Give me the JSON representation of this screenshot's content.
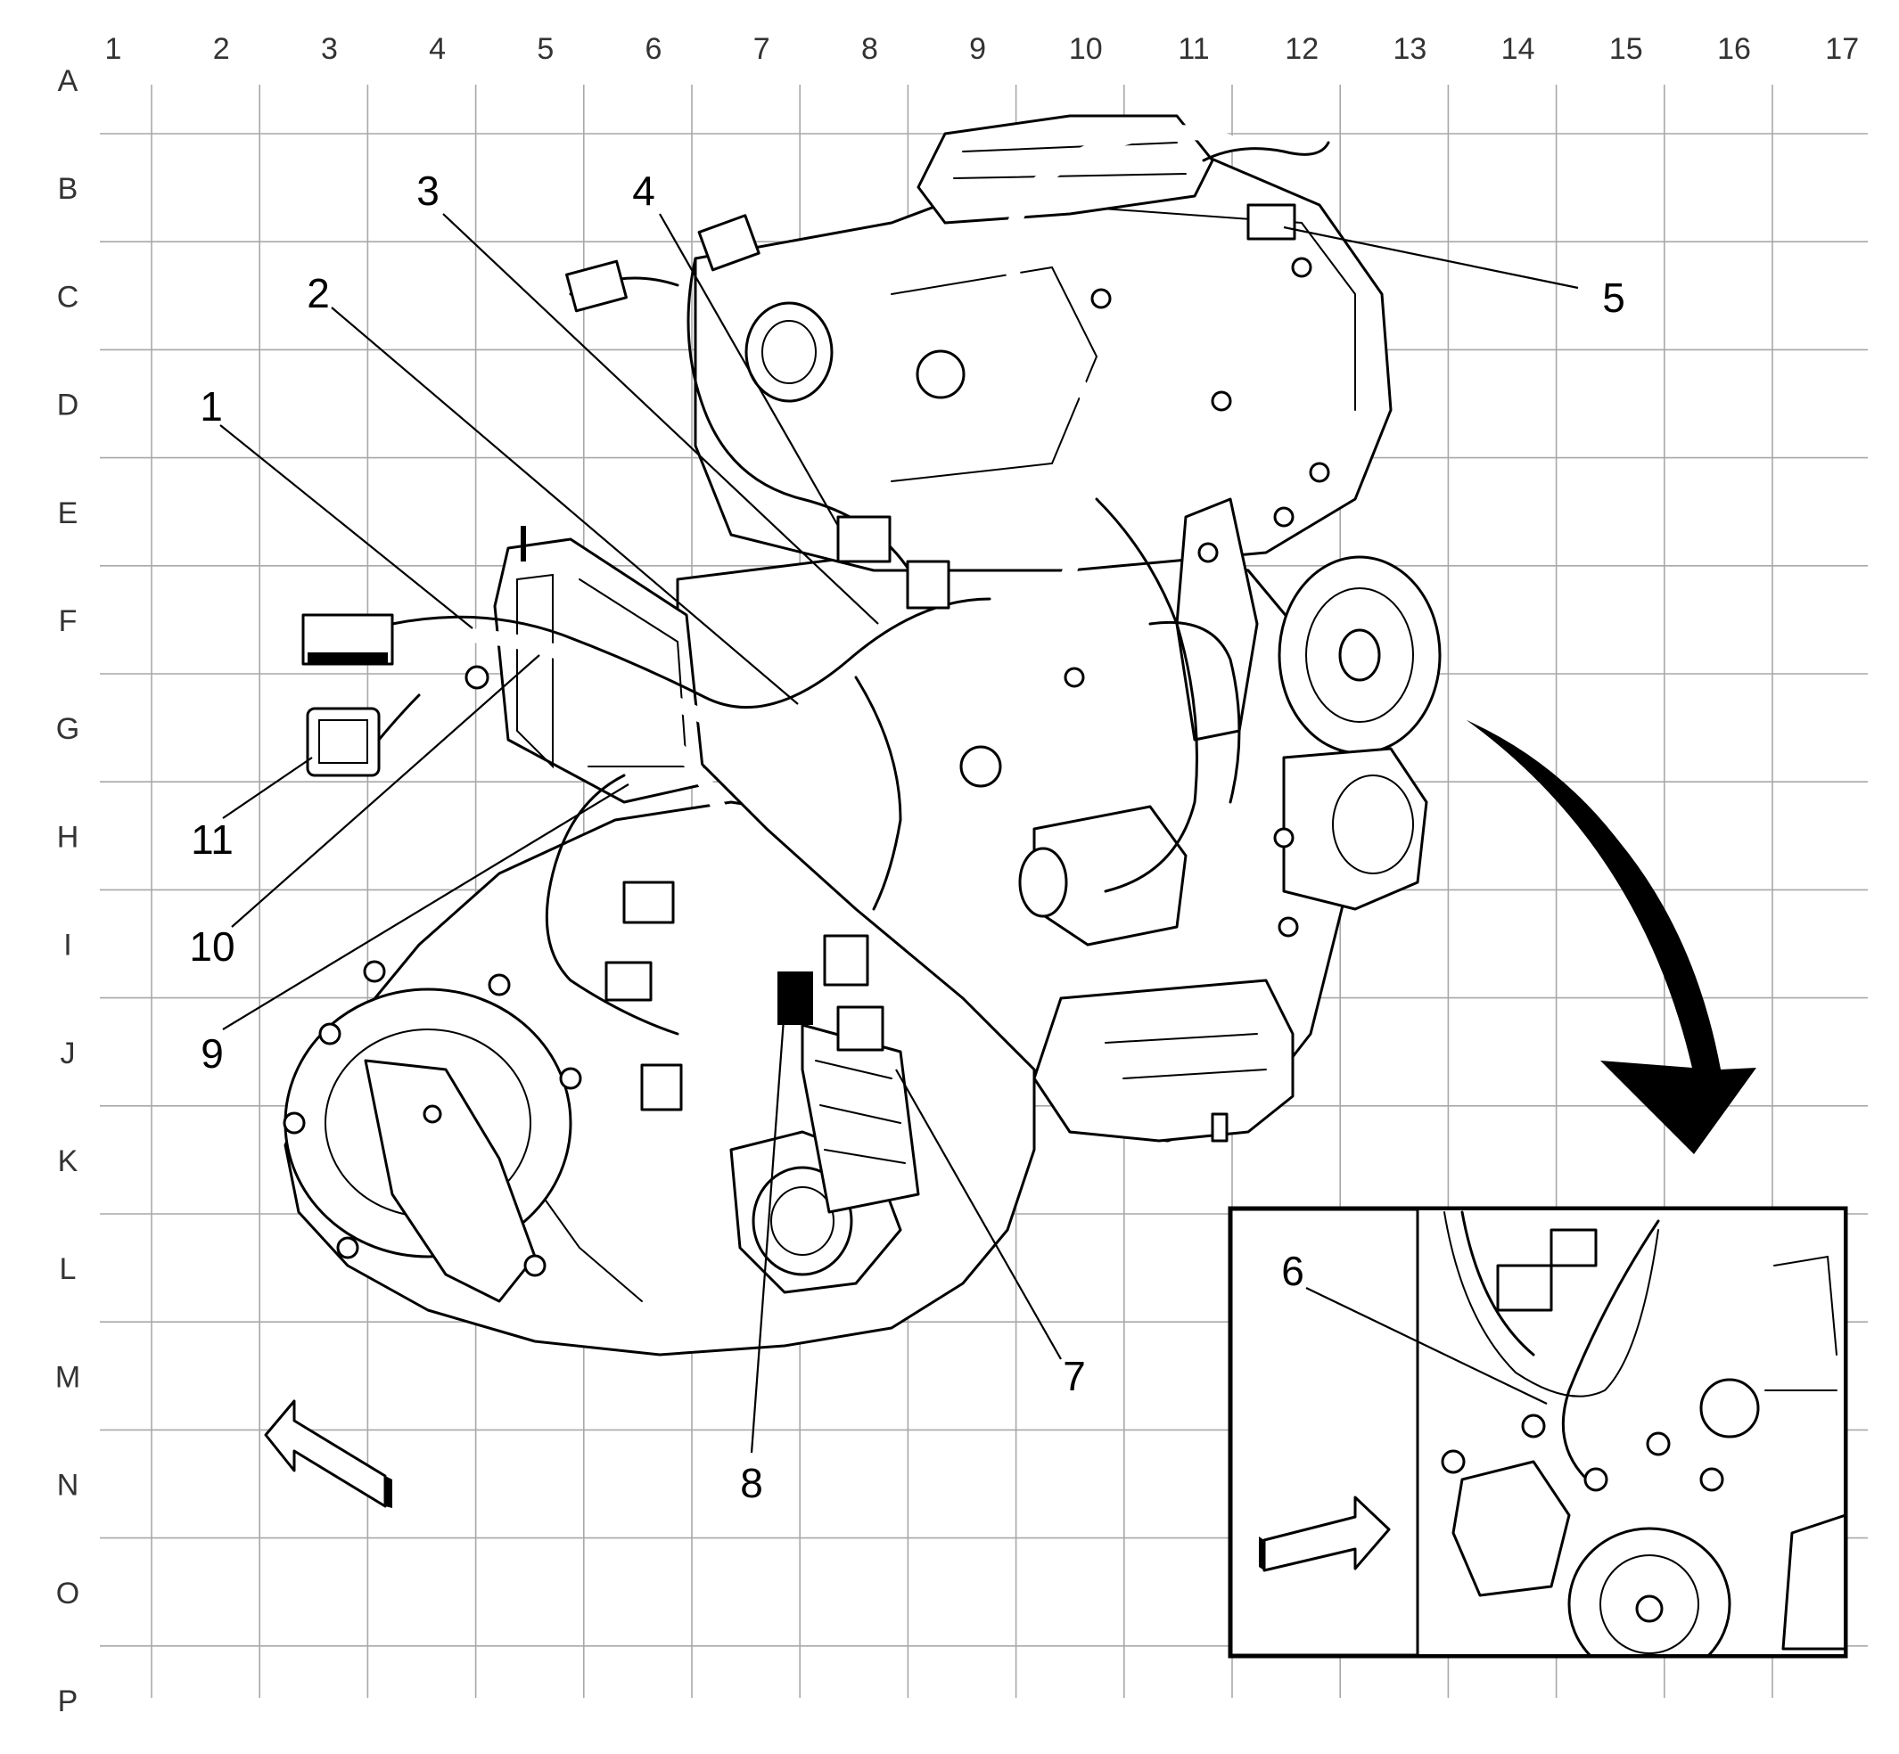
{
  "grid": {
    "columns": [
      "1",
      "2",
      "3",
      "4",
      "5",
      "6",
      "7",
      "8",
      "9",
      "10",
      "11",
      "12",
      "13",
      "14",
      "15",
      "16",
      "17"
    ],
    "rows": [
      "A",
      "B",
      "C",
      "D",
      "E",
      "F",
      "G",
      "H",
      "I",
      "J",
      "K",
      "L",
      "M",
      "N",
      "O",
      "P"
    ]
  },
  "callouts": [
    {
      "id": "1",
      "label": "1"
    },
    {
      "id": "2",
      "label": "2"
    },
    {
      "id": "3",
      "label": "3"
    },
    {
      "id": "4",
      "label": "4"
    },
    {
      "id": "5",
      "label": "5"
    },
    {
      "id": "6",
      "label": "6"
    },
    {
      "id": "7",
      "label": "7"
    },
    {
      "id": "8",
      "label": "8"
    },
    {
      "id": "9",
      "label": "9"
    },
    {
      "id": "10",
      "label": "10"
    },
    {
      "id": "11",
      "label": "11"
    }
  ],
  "colors": {
    "grid": "#a8a8a8",
    "line": "#000000",
    "background": "#ffffff"
  },
  "icons": {
    "view_arrow_main": "direction-arrow-icon",
    "view_arrow_inset": "direction-arrow-icon",
    "transition_arrow": "curved-arrow-icon"
  }
}
